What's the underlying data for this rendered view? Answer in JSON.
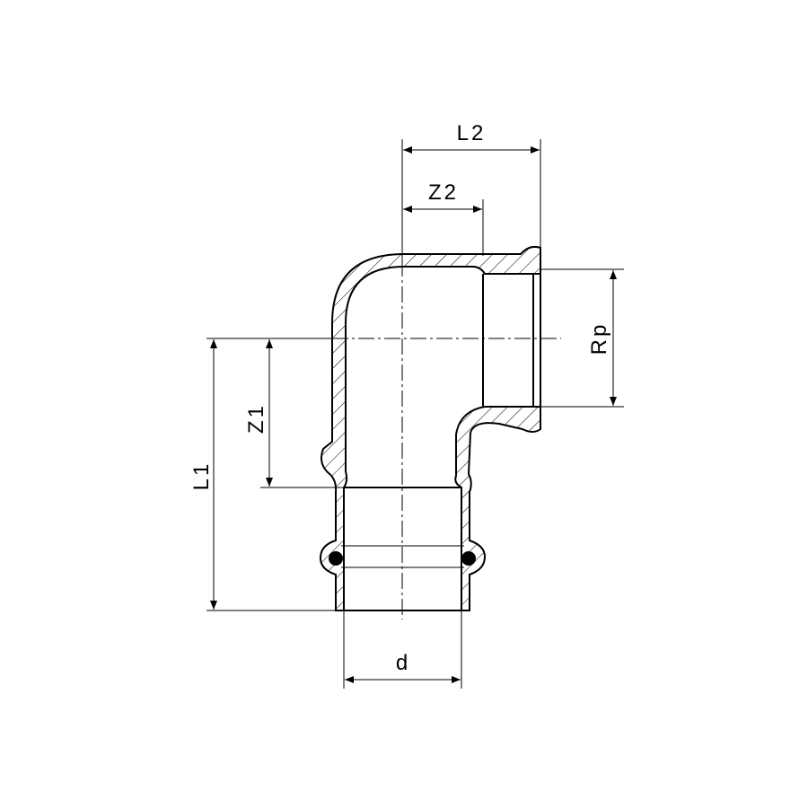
{
  "title": "Elbow fitting press x female thread",
  "labels": {
    "L2": "L2",
    "Z2": "Z2",
    "Rp": "Rp",
    "Z1": "Z1",
    "L1": "L1",
    "d": "d"
  },
  "colors": {
    "line": "#000000",
    "background": "#ffffff"
  }
}
